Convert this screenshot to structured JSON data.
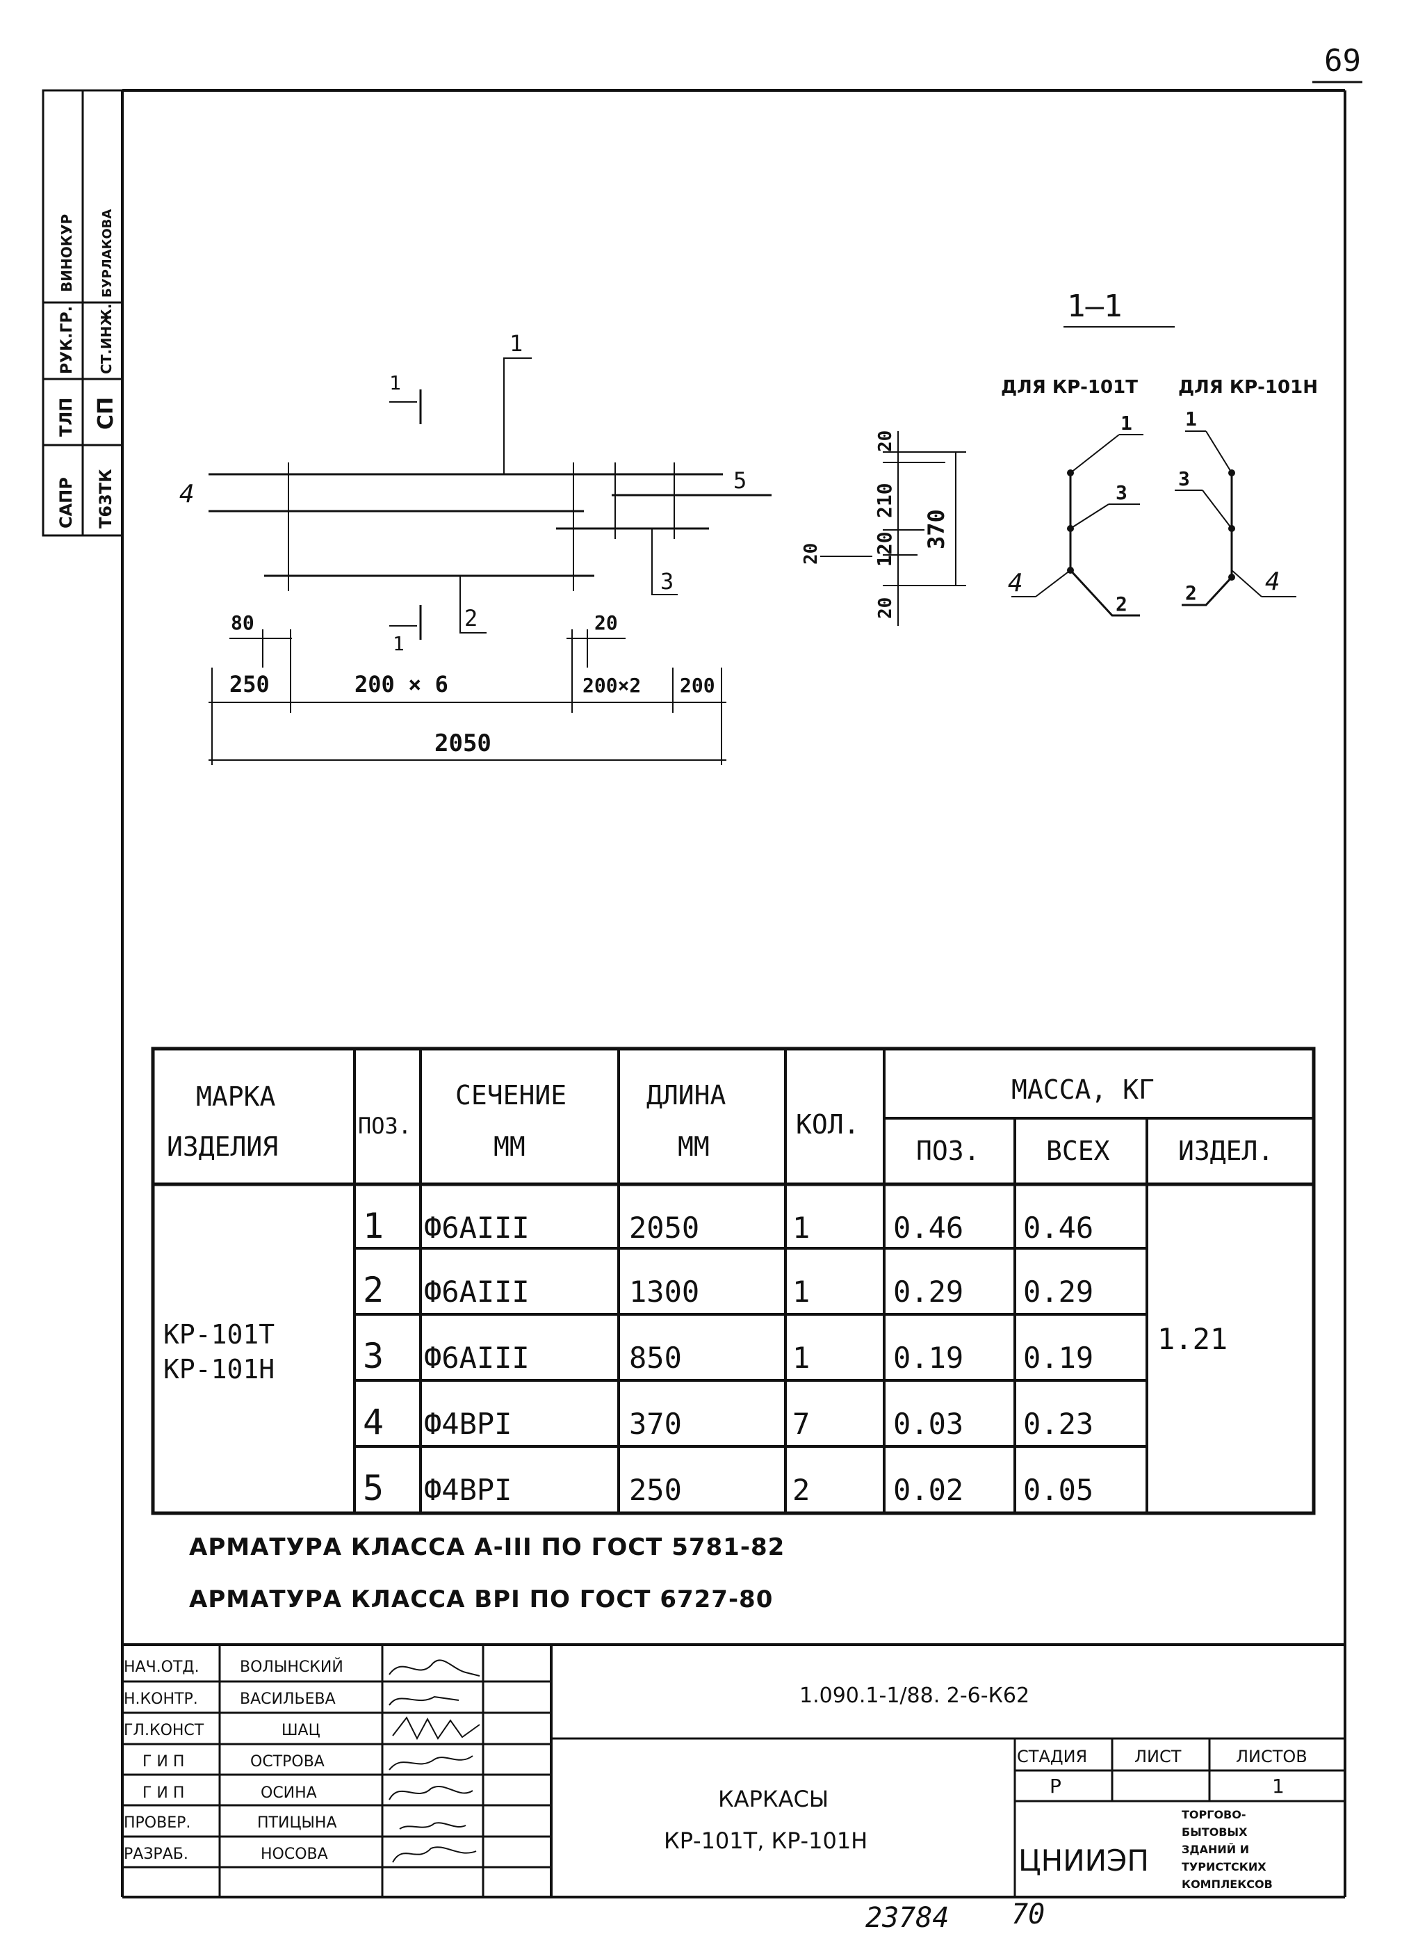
{
  "page": {
    "page_number": "69",
    "bottom_number_left": "23784",
    "bottom_number_right": "70"
  },
  "side_stamp": {
    "col1": [
      "САПР",
      "ТЛП",
      "РУК.ГР.",
      "ВИНОКУР"
    ],
    "col2": [
      "Т63ТК",
      "СП",
      "СТ.ИНЖ.",
      "БУРЛАКОВА"
    ]
  },
  "drawing": {
    "section_title": "1—1",
    "section_label_left": "ДЛЯ КР-101Т",
    "section_label_right": "ДЛЯ КР-101Н",
    "callouts": {
      "pos1": "1",
      "pos2": "2",
      "pos3": "3",
      "pos4": "4",
      "pos5": "5",
      "cut_mark": "1"
    },
    "dims": {
      "d80": "80",
      "d20": "20",
      "d250": "250",
      "d200x6": "200 × 6",
      "d200x2": "200×2",
      "d200": "200",
      "d2050": "2050",
      "v20_top": "20",
      "v210": "210",
      "v120": "120",
      "v20_bot": "20",
      "v20_side": "20",
      "v370": "370"
    }
  },
  "spec_table": {
    "headers": {
      "mark": "МАРКА ИЗДЕЛИЯ",
      "pos": "ПОЗ.",
      "section": "СЕЧЕНИЕ ММ",
      "length": "ДЛИНА ММ",
      "qty": "КОЛ.",
      "mass": "МАССА, КГ",
      "mass_pos": "ПОЗ.",
      "mass_all": "ВСЕХ",
      "mass_item": "ИЗДЕЛ."
    },
    "mark_value": "КР-101Т КР-101Н",
    "item_mass": "1.21",
    "rows": [
      {
        "pos": "1",
        "section": "Ф6АIII",
        "length": "2050",
        "qty": "1",
        "mass_pos": "0.46",
        "mass_all": "0.46"
      },
      {
        "pos": "2",
        "section": "Ф6АIII",
        "length": "1300",
        "qty": "1",
        "mass_pos": "0.29",
        "mass_all": "0.29"
      },
      {
        "pos": "3",
        "section": "Ф6АIII",
        "length": "850",
        "qty": "1",
        "mass_pos": "0.19",
        "mass_all": "0.19"
      },
      {
        "pos": "4",
        "section": "Ф4ВРI",
        "length": "370",
        "qty": "7",
        "mass_pos": "0.03",
        "mass_all": "0.23"
      },
      {
        "pos": "5",
        "section": "Ф4ВРI",
        "length": "250",
        "qty": "2",
        "mass_pos": "0.02",
        "mass_all": "0.05"
      }
    ]
  },
  "notes": {
    "line1": "АРМАТУРА КЛАССА А-III ПО ГОСТ 5781-82",
    "line2": "АРМАТУРА КЛАССА ВРI ПО ГОСТ 6727-80"
  },
  "title_block": {
    "people": [
      {
        "role": "НАЧ.ОТД.",
        "name": "ВОЛЫНСКИЙ"
      },
      {
        "role": "Н.КОНТР.",
        "name": "ВАСИЛЬЕВА"
      },
      {
        "role": "ГЛ.КОНСТ",
        "name": "ШАЦ"
      },
      {
        "role": "Г И П",
        "name": "ОСТРОВА"
      },
      {
        "role": "Г И П",
        "name": "ОСИНА"
      },
      {
        "role": "ПРОВЕР.",
        "name": "ПТИЦЫНА"
      },
      {
        "role": "РАЗРАБ.",
        "name": "НОСОВА"
      }
    ],
    "code": "1.090.1-1/88. 2-6-К62",
    "title_line1": "КАРКАСЫ",
    "title_line2": "КР-101Т, КР-101Н",
    "stage_label": "СТАДИЯ",
    "sheet_label": "ЛИСТ",
    "sheets_label": "ЛИСТОВ",
    "stage_value": "Р",
    "sheet_value": "",
    "sheets_value": "1",
    "org": "ЦНИИЭП",
    "org_desc": [
      "ТОРГОВО-",
      "БЫТОВЫХ",
      "ЗДАНИЙ И",
      "ТУРИСТСКИХ",
      "КОМПЛЕКСОВ"
    ]
  }
}
